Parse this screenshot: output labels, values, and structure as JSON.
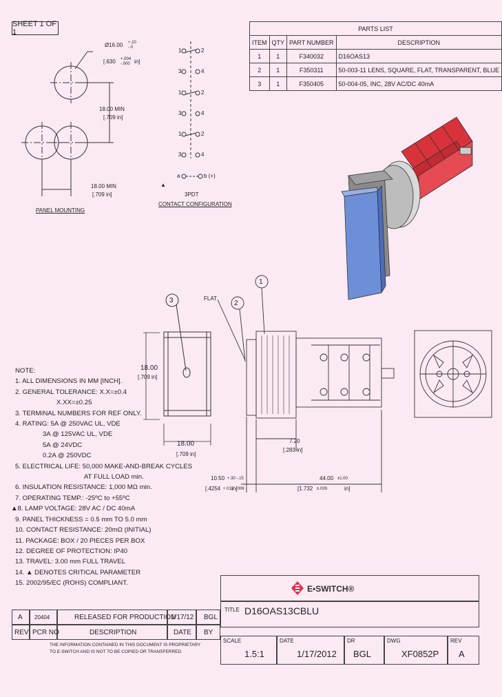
{
  "sheet": "SHEET 1 OF 1",
  "parts_list": {
    "title": "PARTS LIST",
    "headers": [
      "ITEM",
      "QTY",
      "PART NUMBER",
      "DESCRIPTION"
    ],
    "rows": [
      {
        "item": "1",
        "qty": "1",
        "part": "F340032",
        "desc": "D16OAS13"
      },
      {
        "item": "2",
        "qty": "1",
        "part": "F350311",
        "desc": "50-003-11 LENS, SQUARE, FLAT, TRANSPARENT, BLUE"
      },
      {
        "item": "3",
        "qty": "1",
        "part": "F350405",
        "desc": "50-004-05, INC, 28V AC/DC 40mA"
      }
    ]
  },
  "panel": {
    "dia": "Ø16.00",
    "dia_tol_top": "+.10",
    "dia_tol_bot": "-.0",
    "dia_in": "[.630",
    "dia_in_tol_top": "+.004",
    "dia_in_tol_bot": "-.000",
    "dia_in_close": "in]",
    "vert_mm": "18.00 MIN",
    "vert_in": "[.709 in]",
    "horiz_mm": "18.00 MIN",
    "horiz_in": "[.709 in]",
    "label": "PANEL MOUNTING"
  },
  "contact": {
    "n1": "1",
    "n2": "2",
    "n3": "3",
    "n4": "4",
    "a": "a",
    "b": "b (+)",
    "triangle": "▲",
    "type": "3PDT",
    "label": "CONTACT CONFIGURATION"
  },
  "front": {
    "mm": "18.00",
    "in": "[.709 in]",
    "mm2": "18.00",
    "in2": "[.709 in]",
    "balloon": "3"
  },
  "side": {
    "flat": "FLAT",
    "b1": "1",
    "b2": "2",
    "d720": "7.20",
    "d720in": "[.283 in]",
    "d1050": "10.50",
    "d1050tol": "+.30 -.15",
    "d1050in": "[.4254",
    "d1050intol": "+.012 -.006",
    "d1050inclose": "in]",
    "d44": "44.00",
    "d44tol": "±1.00",
    "d44in": "[1.732",
    "d44intol": "±.039",
    "d44inclose": "in]"
  },
  "notes": [
    "NOTE:",
    "  1. ALL DIMENSIONS IN MM [INCH].",
    "  2. GENERAL TOLERANCE:  X.X=±0.4",
    "                                      X.XX=±0.25",
    "  3. TERMINAL NUMBERS FOR REF ONLY.",
    "  4. RATING: 5A @ 250VAC UL, VDE",
    "                   3A @ 125VAC UL, VDE",
    "                   5A @ 24VDC",
    "                   0.2A @ 250VDC",
    "  5. ELECTRICAL LIFE: 50,000 MAKE-AND-BREAK CYCLES",
    "                                       AT FULL LOAD min.",
    "  6. INSULATION RESISTANCE: 1,000 MΩ min.",
    "  7. OPERATING TEMP.: -25ºC to +55ºC",
    "▲8. LAMP VOLTAGE: 28V AC / DC 40mA",
    "  9. PANEL THICKNESS = 0.5 mm TO 5.0 mm",
    "10. CONTACT RESISTANCE: 20mΩ (INITIAL)",
    "11. PACKAGE: BOX / 20 PIECES PER BOX",
    "12. DEGREE OF PROTECTION: IP40",
    "13. TRAVEL: 3.00 mm FULL TRAVEL",
    "14.  ▲ DENOTES CRITICAL PARAMETER",
    "15. 2002/95/EC (ROHS) COMPLIANT."
  ],
  "logo": "E•SWITCH®",
  "title_label": "TITLE",
  "title": "D16OAS13CBLU",
  "revisions": {
    "row": {
      "rev": "A",
      "pcr": "20404",
      "desc": "RELEASED FOR PRODUCTION",
      "date": "1/17/12",
      "by": "BGL"
    },
    "headers": {
      "rev": "REV",
      "pcr": "PCR NO",
      "desc": "DESCRIPTION",
      "date": "DATE",
      "by": "BY"
    }
  },
  "disclaimer": [
    "THE INFORMATION CONTAINED IN THIS DOCUMENT IS PROPRIETARY",
    "TO E-SWITCH AND IS NOT TO BE COPIED OR TRANSFERRED"
  ],
  "titleblock": {
    "scale_label": "SCALE",
    "scale": "1.5:1",
    "date_label": "DATE",
    "date": "1/17/2012",
    "dr_label": "DR",
    "dr": "BGL",
    "dwg_label": "DWG",
    "dwg": "XF0852P",
    "rev_label": "REV",
    "rev": "A"
  },
  "colors": {
    "background": "#fbeaf3",
    "logo_red": "#e0304a",
    "lens_blue": "#6d8fd8",
    "terminal_red": "#d8323a"
  }
}
